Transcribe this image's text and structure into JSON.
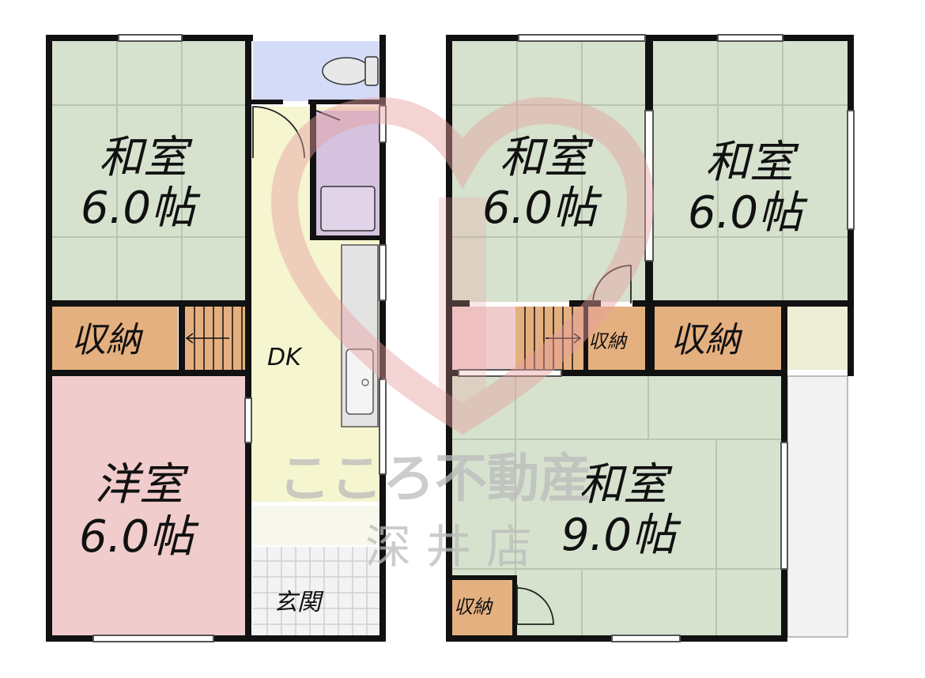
{
  "floor1": {
    "washitsu": {
      "name": "和室",
      "size": "6.0帖"
    },
    "storage": "収納",
    "dk": "DK",
    "youshitsu": {
      "name": "洋室",
      "size": "6.0帖"
    },
    "entrance": "玄関"
  },
  "floor2": {
    "room_a": {
      "name": "和室",
      "size": "6.0帖"
    },
    "room_b": {
      "name": "和室",
      "size": "6.0帖"
    },
    "room_c": {
      "name": "和室",
      "size": "9.0帖"
    },
    "storage_small": "収納",
    "storage_large": "収納",
    "storage_corner": "収納"
  },
  "watermark": {
    "brand": "こころ不動産",
    "branch": "深 井 店"
  },
  "colors": {
    "tatami": "#d6e2ce",
    "wall": "#111111",
    "storage": "#e5b07f",
    "western_room": "#f1cccc",
    "kitchen": "#f5f5d0",
    "bath": "#d4c2de",
    "toilet": "#d4dbf7",
    "logo": "#e7a0a0"
  }
}
